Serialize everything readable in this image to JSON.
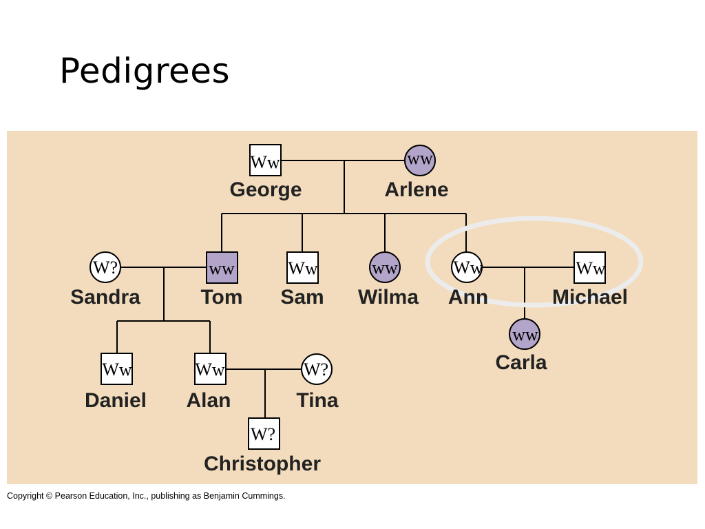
{
  "slide": {
    "title": "Pedigrees",
    "copyright": "Copyright © Pearson Education, Inc., publishing as Benjamin Cummings."
  },
  "colors": {
    "panel_background": "#f2dcbd",
    "affected_fill": "#b3a4c9",
    "unaffected_fill": "#ffffff",
    "highlight_ellipse": "#ececec"
  },
  "people": {
    "george": {
      "name": "George",
      "genotype": "Ww",
      "sex": "male",
      "affected": false
    },
    "arlene": {
      "name": "Arlene",
      "genotype": "ww",
      "sex": "female",
      "affected": true
    },
    "sandra": {
      "name": "Sandra",
      "genotype": "W?",
      "sex": "female",
      "affected": false
    },
    "tom": {
      "name": "Tom",
      "genotype": "ww",
      "sex": "male",
      "affected": true
    },
    "sam": {
      "name": "Sam",
      "genotype": "Ww",
      "sex": "male",
      "affected": false
    },
    "wilma": {
      "name": "Wilma",
      "genotype": "ww",
      "sex": "female",
      "affected": true
    },
    "ann": {
      "name": "Ann",
      "genotype": "Ww",
      "sex": "female",
      "affected": false
    },
    "michael": {
      "name": "Michael",
      "genotype": "Ww",
      "sex": "male",
      "affected": false
    },
    "carla": {
      "name": "Carla",
      "genotype": "ww",
      "sex": "female",
      "affected": true
    },
    "daniel": {
      "name": "Daniel",
      "genotype": "Ww",
      "sex": "male",
      "affected": false
    },
    "alan": {
      "name": "Alan",
      "genotype": "Ww",
      "sex": "male",
      "affected": false
    },
    "tina": {
      "name": "Tina",
      "genotype": "W?",
      "sex": "female",
      "affected": false
    },
    "christopher": {
      "name": "Christopher",
      "genotype": "W?",
      "sex": "male",
      "affected": false
    }
  }
}
